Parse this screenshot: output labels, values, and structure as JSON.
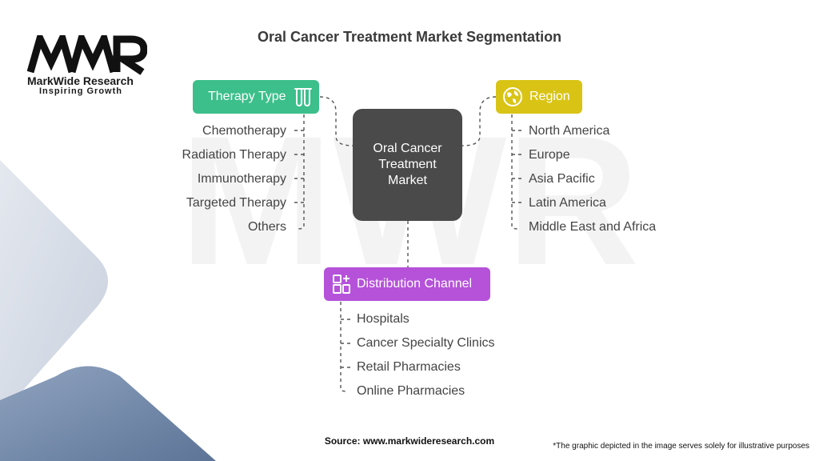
{
  "title": "Oral Cancer Treatment Market Segmentation",
  "logo": {
    "mark": "MWR",
    "name": "MarkWide Research",
    "tagline": "Inspiring Growth"
  },
  "center": {
    "label": "Oral Cancer Treatment Market"
  },
  "categories": [
    {
      "label": "Therapy Type",
      "color": "#3cbf8a",
      "icon": "test-tubes-icon",
      "items": [
        "Chemotherapy",
        "Radiation Therapy",
        "Immunotherapy",
        "Targeted Therapy",
        "Others"
      ]
    },
    {
      "label": "Region",
      "color": "#d9c416",
      "icon": "globe-icon",
      "items": [
        "North America",
        "Europe",
        "Asia Pacific",
        "Latin America",
        "Middle East and Africa"
      ]
    },
    {
      "label": "Distribution Channel",
      "color": "#b552d9",
      "icon": "channel-icon",
      "items": [
        "Hospitals",
        "Cancer Specialty Clinics",
        "Retail Pharmacies",
        "Online Pharmacies"
      ]
    }
  ],
  "footer": {
    "source": "Source: www.markwideresearch.com",
    "note": "*The graphic depicted in the image serves solely for illustrative purposes"
  }
}
